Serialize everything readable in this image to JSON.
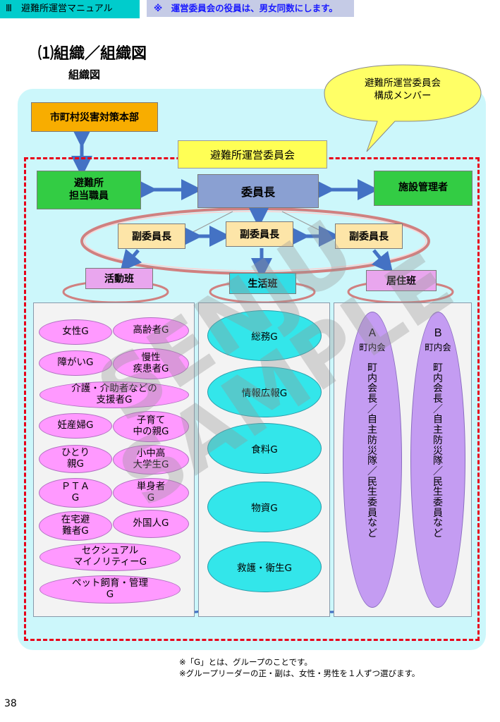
{
  "header": {
    "chapter_label": "Ⅲ　避難所運営マニュアル",
    "notice": "※　運営委員会の役員は、男女同数にします。"
  },
  "heading": {
    "title": "⑴組織／組織図",
    "subtitle": "組織図"
  },
  "callout": {
    "line1": "避難所運営委員会",
    "line2": "構成メンバー"
  },
  "org": {
    "hq": "市町村災害対策本部",
    "committee": "避難所運営委員会",
    "staff_line1": "避難所",
    "staff_line2": "担当職員",
    "chair": "委員長",
    "facility_manager": "施設管理者",
    "vice_chair": "副委員長",
    "teams": [
      "活動班",
      "生活班",
      "居住班"
    ]
  },
  "activity_groups": [
    [
      "女性G"
    ],
    [
      "高齢者G"
    ],
    [
      "障がいG"
    ],
    [
      "慢性",
      "疾患者G"
    ],
    [
      "介護・介助者などの",
      "支援者G"
    ],
    [
      "妊産婦G"
    ],
    [
      "子育て",
      "中の親G"
    ],
    [
      "ひとり",
      "親G"
    ],
    [
      "小中高",
      "大学生G"
    ],
    [
      "ＰＴＡ",
      "G"
    ],
    [
      "単身者",
      "G"
    ],
    [
      "在宅避",
      "難者G"
    ],
    [
      "外国人G"
    ],
    [
      "セクシュアル",
      "マイノリティーG"
    ],
    [
      "ペット飼育・管理",
      "G"
    ]
  ],
  "life_groups": [
    "総務G",
    "情報広報G",
    "食料G",
    "物資G",
    "救護・衛生G"
  ],
  "residence": {
    "a_title": "Ａ",
    "a_sub": "町内会",
    "b_title": "Ｂ",
    "b_sub": "町内会",
    "members": "町内会長／自主防災隊／民生委員など"
  },
  "watermark": {
    "line1": "SENJU",
    "line2": "SAMPLE"
  },
  "notes": [
    "※「G」とは、グループのことです。",
    "※グループリーダーの正・副は、女性・男性を１人ずつ選びます。"
  ],
  "page_number": "38",
  "colors": {
    "header_bg": "#00cccc",
    "panel_bg": "#ccf7fb",
    "dashed_border": "#e8001a",
    "hq_orange": "#f8ad00",
    "green": "#33cc44",
    "chair_blue": "#8aa0d2",
    "vice_beige": "#fde5a8",
    "pink": "#ff99ff",
    "teal": "#33e6ea",
    "purple": "#c49cf2",
    "arrow_blue": "#4472c4"
  }
}
